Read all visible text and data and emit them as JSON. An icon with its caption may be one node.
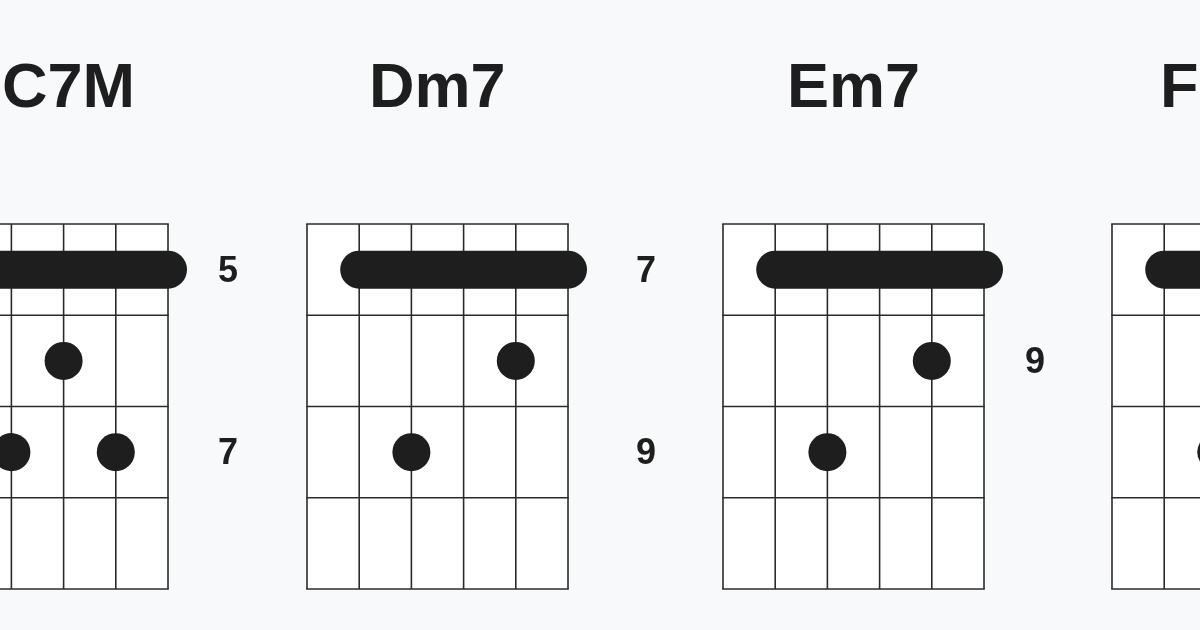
{
  "diagram": {
    "nodes": [
      {
        "text": [
          "C7M"
        ],
        "beside": [
          "5",
          "7"
        ]
      },
      {
        "text": [
          "Dm7"
        ],
        "beside": [
          "7",
          "9"
        ]
      },
      {
        "text": [
          "Em7"
        ],
        "beside": [
          "9"
        ]
      },
      {
        "text": [
          "F"
        ]
      }
    ]
  }
}
